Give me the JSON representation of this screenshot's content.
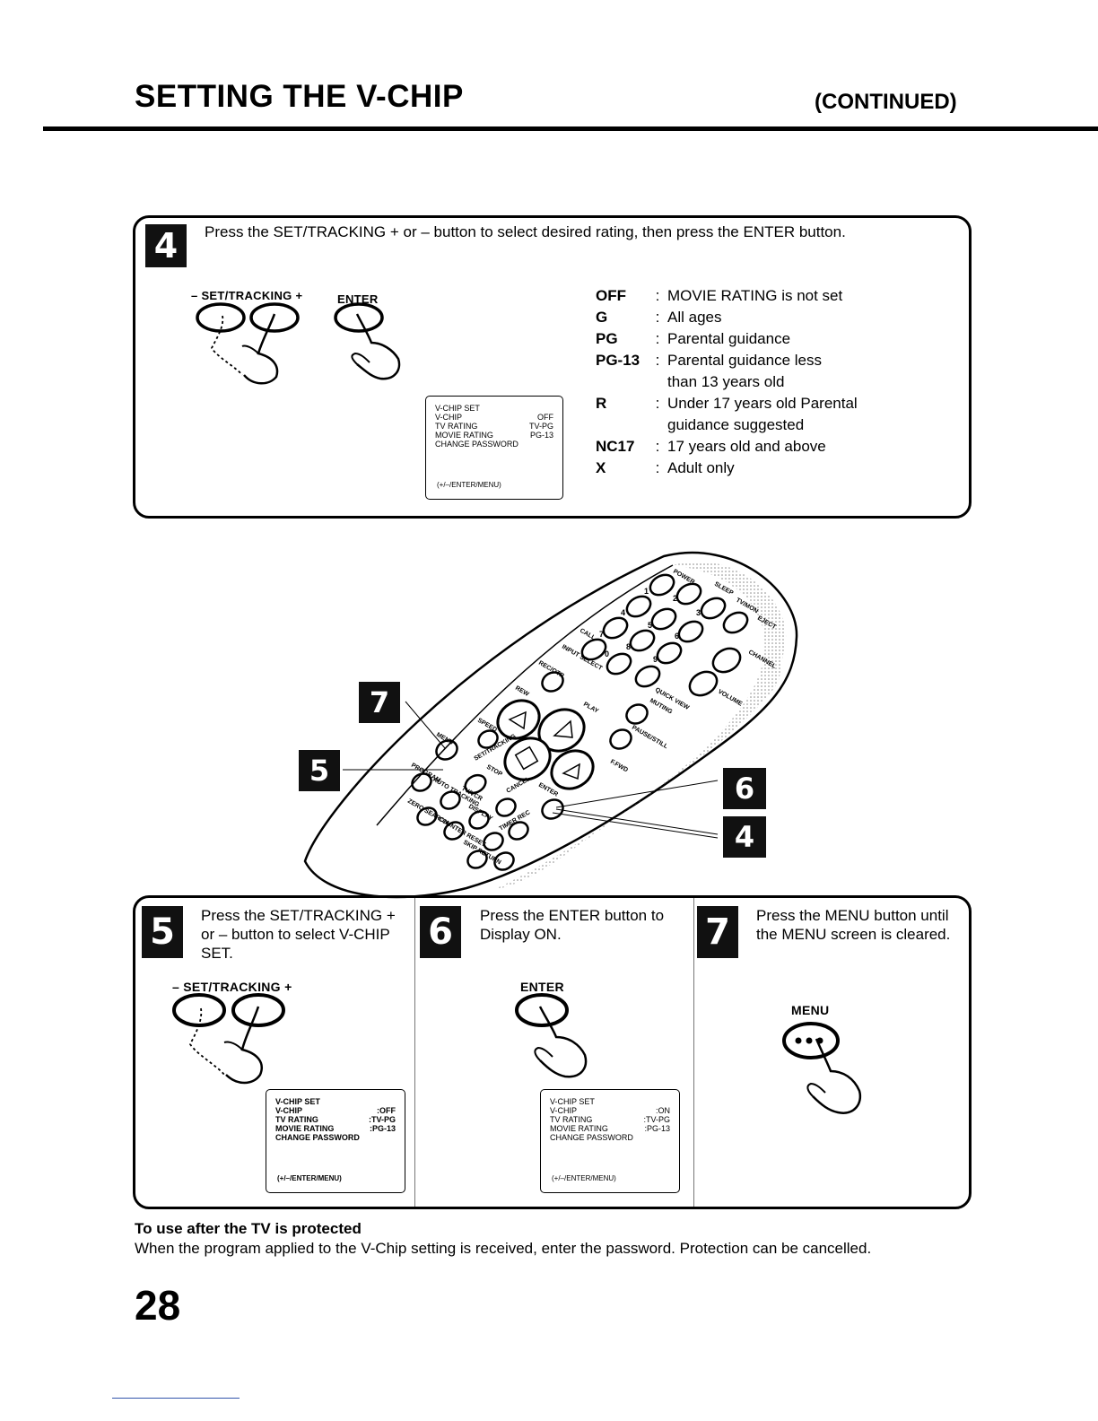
{
  "header": {
    "title": "SETTING THE V-CHIP",
    "continued": "(CONTINUED)"
  },
  "step4": {
    "number": "4",
    "instruction": "Press the SET/TRACKING + or – button to select desired rating, then press the ENTER button.",
    "set_tracking_label": "– SET/TRACKING +",
    "enter_label": "ENTER",
    "osd": {
      "title": "V-CHIP SET",
      "rows": [
        {
          "label": "V-CHIP",
          "value": "OFF"
        },
        {
          "label": "TV RATING",
          "value": "TV-PG"
        },
        {
          "label": "MOVIE RATING",
          "value": "PG-13"
        },
        {
          "label": "CHANGE PASSWORD",
          "value": ""
        }
      ],
      "footer": "(+/–/ENTER/MENU)"
    },
    "ratings": [
      {
        "code": "OFF",
        "desc": "MOVIE RATING is not set"
      },
      {
        "code": "G",
        "desc": "All ages"
      },
      {
        "code": "PG",
        "desc": "Parental guidance"
      },
      {
        "code": "PG-13",
        "desc": "Parental guidance less than 13 years old"
      },
      {
        "code": "R",
        "desc": "Under 17 years old Parental guidance suggested"
      },
      {
        "code": "NC17",
        "desc": "17 years old and above"
      },
      {
        "code": "X",
        "desc": "Adult only"
      }
    ]
  },
  "remote": {
    "callouts": [
      "7",
      "5",
      "6",
      "4"
    ],
    "buttons": {
      "power": "POWER",
      "sleep": "SLEEP",
      "tv_mon": "TV/MON",
      "eject": "EJECT",
      "call": "CALL",
      "input_select": "INPUT SELECT",
      "channel": "CHANNEL",
      "rec_otr": "REC/OTR",
      "quick_view": "QUICK VIEW",
      "volume": "VOLUME",
      "rew": "REW",
      "play": "PLAY",
      "muting": "MUTING",
      "speed": "SPEED",
      "pause_still": "PAUSE/STILL",
      "menu": "MENU",
      "stop": "STOP",
      "ffwd": "F.FWD",
      "program": "PROGRAM",
      "auto_tracking": "AUTO TRACKING",
      "set_tracking": "SET/TRACKING",
      "enter": "ENTER",
      "zero_search": "ZERO SEARCH",
      "tv_vcr": "TV/VCR",
      "cancel": "CANCEL",
      "counter_reset": "COUNTER RESET",
      "display": "DISPLAY",
      "timer_rec": "TIMER REC",
      "skip_return": "SKIP RETURN",
      "digits": [
        "1",
        "2",
        "3",
        "4",
        "5",
        "6",
        "7",
        "8",
        "9",
        "0"
      ]
    }
  },
  "step5": {
    "number": "5",
    "instruction": "Press the SET/TRACKING + or – button to select V-CHIP SET.",
    "set_tracking_label": "– SET/TRACKING +",
    "osd": {
      "title": "V-CHIP SET",
      "rows": [
        {
          "label": "V-CHIP",
          "value": ":OFF"
        },
        {
          "label": "TV RATING",
          "value": ":TV-PG"
        },
        {
          "label": "MOVIE RATING",
          "value": ":PG-13"
        },
        {
          "label": "CHANGE PASSWORD",
          "value": ""
        }
      ],
      "footer": "(+/–/ENTER/MENU)"
    }
  },
  "step6": {
    "number": "6",
    "instruction": "Press the ENTER button to Display ON.",
    "enter_label": "ENTER",
    "osd": {
      "title": "V-CHIP SET",
      "rows": [
        {
          "label": "V-CHIP",
          "value": ":ON"
        },
        {
          "label": "TV RATING",
          "value": ":TV-PG"
        },
        {
          "label": "MOVIE RATING",
          "value": ":PG-13"
        },
        {
          "label": "CHANGE PASSWORD",
          "value": ""
        }
      ],
      "footer": "(+/–/ENTER/MENU)"
    }
  },
  "step7": {
    "number": "7",
    "instruction": "Press the MENU button until the MENU screen is cleared.",
    "menu_label": "MENU"
  },
  "footer": {
    "heading": "To use after the TV is protected",
    "body": "When the program applied to the V-Chip setting is received, enter the password. Protection can be cancelled."
  },
  "page_number": "28"
}
